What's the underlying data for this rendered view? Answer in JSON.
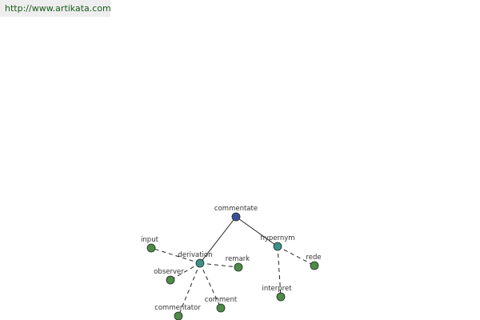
{
  "header": {
    "url": "http://www.artikata.com"
  },
  "graph": {
    "nodes": [
      {
        "id": "commentate",
        "label": "commentate",
        "kind": "root"
      },
      {
        "id": "derivation",
        "label": "derivation",
        "kind": "relation"
      },
      {
        "id": "hypernym",
        "label": "hypernym",
        "kind": "relation"
      },
      {
        "id": "input",
        "label": "input",
        "kind": "leaf"
      },
      {
        "id": "remark",
        "label": "remark",
        "kind": "leaf"
      },
      {
        "id": "observer",
        "label": "observer",
        "kind": "leaf"
      },
      {
        "id": "commentator",
        "label": "commentator",
        "kind": "leaf"
      },
      {
        "id": "comment",
        "label": "comment",
        "kind": "leaf"
      },
      {
        "id": "rede",
        "label": "rede",
        "kind": "leaf"
      },
      {
        "id": "interpret",
        "label": "interpret",
        "kind": "leaf"
      }
    ],
    "edges": [
      {
        "from": "commentate",
        "to": "derivation",
        "style": "solid"
      },
      {
        "from": "commentate",
        "to": "hypernym",
        "style": "solid"
      },
      {
        "from": "derivation",
        "to": "input",
        "style": "dashed"
      },
      {
        "from": "derivation",
        "to": "remark",
        "style": "dashed"
      },
      {
        "from": "derivation",
        "to": "observer",
        "style": "dashed"
      },
      {
        "from": "derivation",
        "to": "commentator",
        "style": "dashed"
      },
      {
        "from": "derivation",
        "to": "comment",
        "style": "dashed"
      },
      {
        "from": "hypernym",
        "to": "rede",
        "style": "dashed"
      },
      {
        "from": "hypernym",
        "to": "interpret",
        "style": "dashed"
      }
    ],
    "colors": {
      "root": "#3a4f9a",
      "relation": "#3f8f8a",
      "leaf": "#4e8a48",
      "outline": "#1e2e1e",
      "edge": "#222222",
      "label": "#333333"
    }
  }
}
